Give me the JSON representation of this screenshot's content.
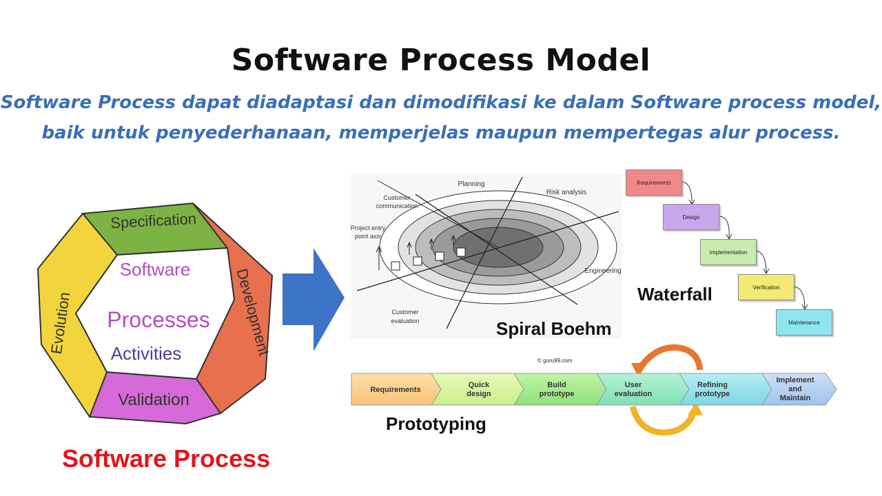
{
  "slide": {
    "title": "Software Process Model",
    "subtitle_line1": "Software Process dapat diadaptasi dan dimodifikasi ke dalam Software process model,",
    "subtitle_line2": "baik untuk penyederhanaan, memperjelas maupun mempertegas alur process."
  },
  "software_process": {
    "caption": "Software Process",
    "segments": [
      "Specification",
      "Development",
      "Validation",
      "Evolution"
    ],
    "center": [
      "Software",
      "Processes",
      "Activities"
    ],
    "colors": {
      "specification": "#7cb342",
      "development": "#e8704f",
      "validation": "#d66ad8",
      "evolution": "#f2d43c"
    }
  },
  "arrow": {
    "color": "#3d74c8"
  },
  "spiral": {
    "caption": "Spiral Boehm",
    "labels": {
      "planning": "Planning",
      "risk": "Risk analysis",
      "customer_comm_1": "Customer",
      "customer_comm_2": "communication",
      "entry_1": "Project entry",
      "entry_2": "point axis",
      "engineering": "Engineering",
      "eval_1": "Customer",
      "eval_2": "evaluation"
    }
  },
  "waterfall": {
    "caption": "Waterfall",
    "steps": [
      {
        "label": "Requirements",
        "color": "#f08a8a"
      },
      {
        "label": "Design",
        "color": "#c8a8ec"
      },
      {
        "label": "Implementation",
        "color": "#c6ecae"
      },
      {
        "label": "Verification",
        "color": "#f2ea74"
      },
      {
        "label": "Maintenance",
        "color": "#8ee6f0"
      }
    ]
  },
  "prototyping": {
    "caption": "Prototyping",
    "copyright": "© guru99.com",
    "steps": [
      {
        "lines": [
          "Requirements"
        ],
        "color": "#f7c27a"
      },
      {
        "lines": [
          "Quick",
          "design"
        ],
        "color": "#c9ef8a"
      },
      {
        "lines": [
          "Build",
          "prototype"
        ],
        "color": "#8fe07a"
      },
      {
        "lines": [
          "User",
          "evaluation"
        ],
        "color": "#7fe0b4"
      },
      {
        "lines": [
          "Refining",
          "prototype"
        ],
        "color": "#7fd6e0"
      },
      {
        "lines": [
          "Implement",
          "and",
          "Maintain"
        ],
        "color": "#9fc3ec"
      }
    ],
    "cycle_colors": {
      "top": "#e8772e",
      "bottom": "#f0b429"
    }
  }
}
